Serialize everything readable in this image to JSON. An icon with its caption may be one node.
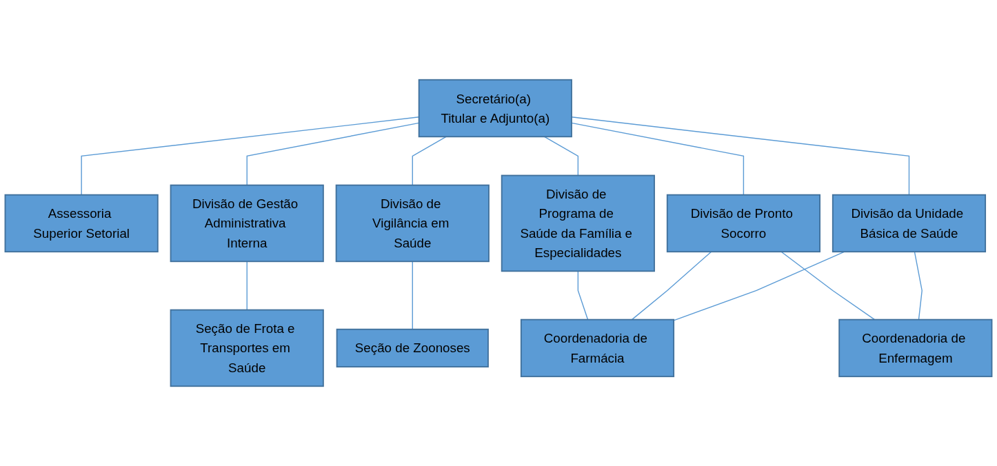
{
  "diagram": {
    "nodes": [
      {
        "text": [
          "Secretário(a) Titular e Adjunto(a)"
        ]
      },
      {
        "text": [
          "Assessoria Superior Setorial"
        ]
      },
      {
        "text": [
          "Divisão de Gestão Administrativa Interna"
        ]
      },
      {
        "text": [
          "Divisão de Vigilância em Saúde"
        ]
      },
      {
        "text": [
          "Divisão de Programa de Saúde da Família e Especialidades"
        ]
      },
      {
        "text": [
          "Divisão de Pronto Socorro"
        ]
      },
      {
        "text": [
          "Divisão da Unidade Básica de Saúde"
        ]
      },
      {
        "text": [
          "Seção de Frota e Transportes em Saúde"
        ]
      },
      {
        "text": [
          "Seção de Zoonoses"
        ]
      },
      {
        "text": [
          "Coordenadoria de Farmácia"
        ]
      },
      {
        "text": [
          "Coordenadoria de Enfermagem"
        ]
      }
    ],
    "edges": [
      {
        "from": 0,
        "to": 1,
        "arrow": "none"
      },
      {
        "from": 0,
        "to": 2,
        "arrow": "none"
      },
      {
        "from": 0,
        "to": 3,
        "arrow": "none"
      },
      {
        "from": 0,
        "to": 4,
        "arrow": "none"
      },
      {
        "from": 0,
        "to": 5,
        "arrow": "none"
      },
      {
        "from": 0,
        "to": 6,
        "arrow": "none"
      },
      {
        "from": 2,
        "to": 7,
        "arrow": "none"
      },
      {
        "from": 3,
        "to": 8,
        "arrow": "none"
      },
      {
        "from": 4,
        "to": 9,
        "arrow": "none"
      },
      {
        "from": 5,
        "to": 9,
        "arrow": "none"
      },
      {
        "from": 5,
        "to": 10,
        "arrow": "none"
      },
      {
        "from": 6,
        "to": 9,
        "arrow": "none"
      },
      {
        "from": 6,
        "to": 10,
        "arrow": "none"
      }
    ]
  }
}
